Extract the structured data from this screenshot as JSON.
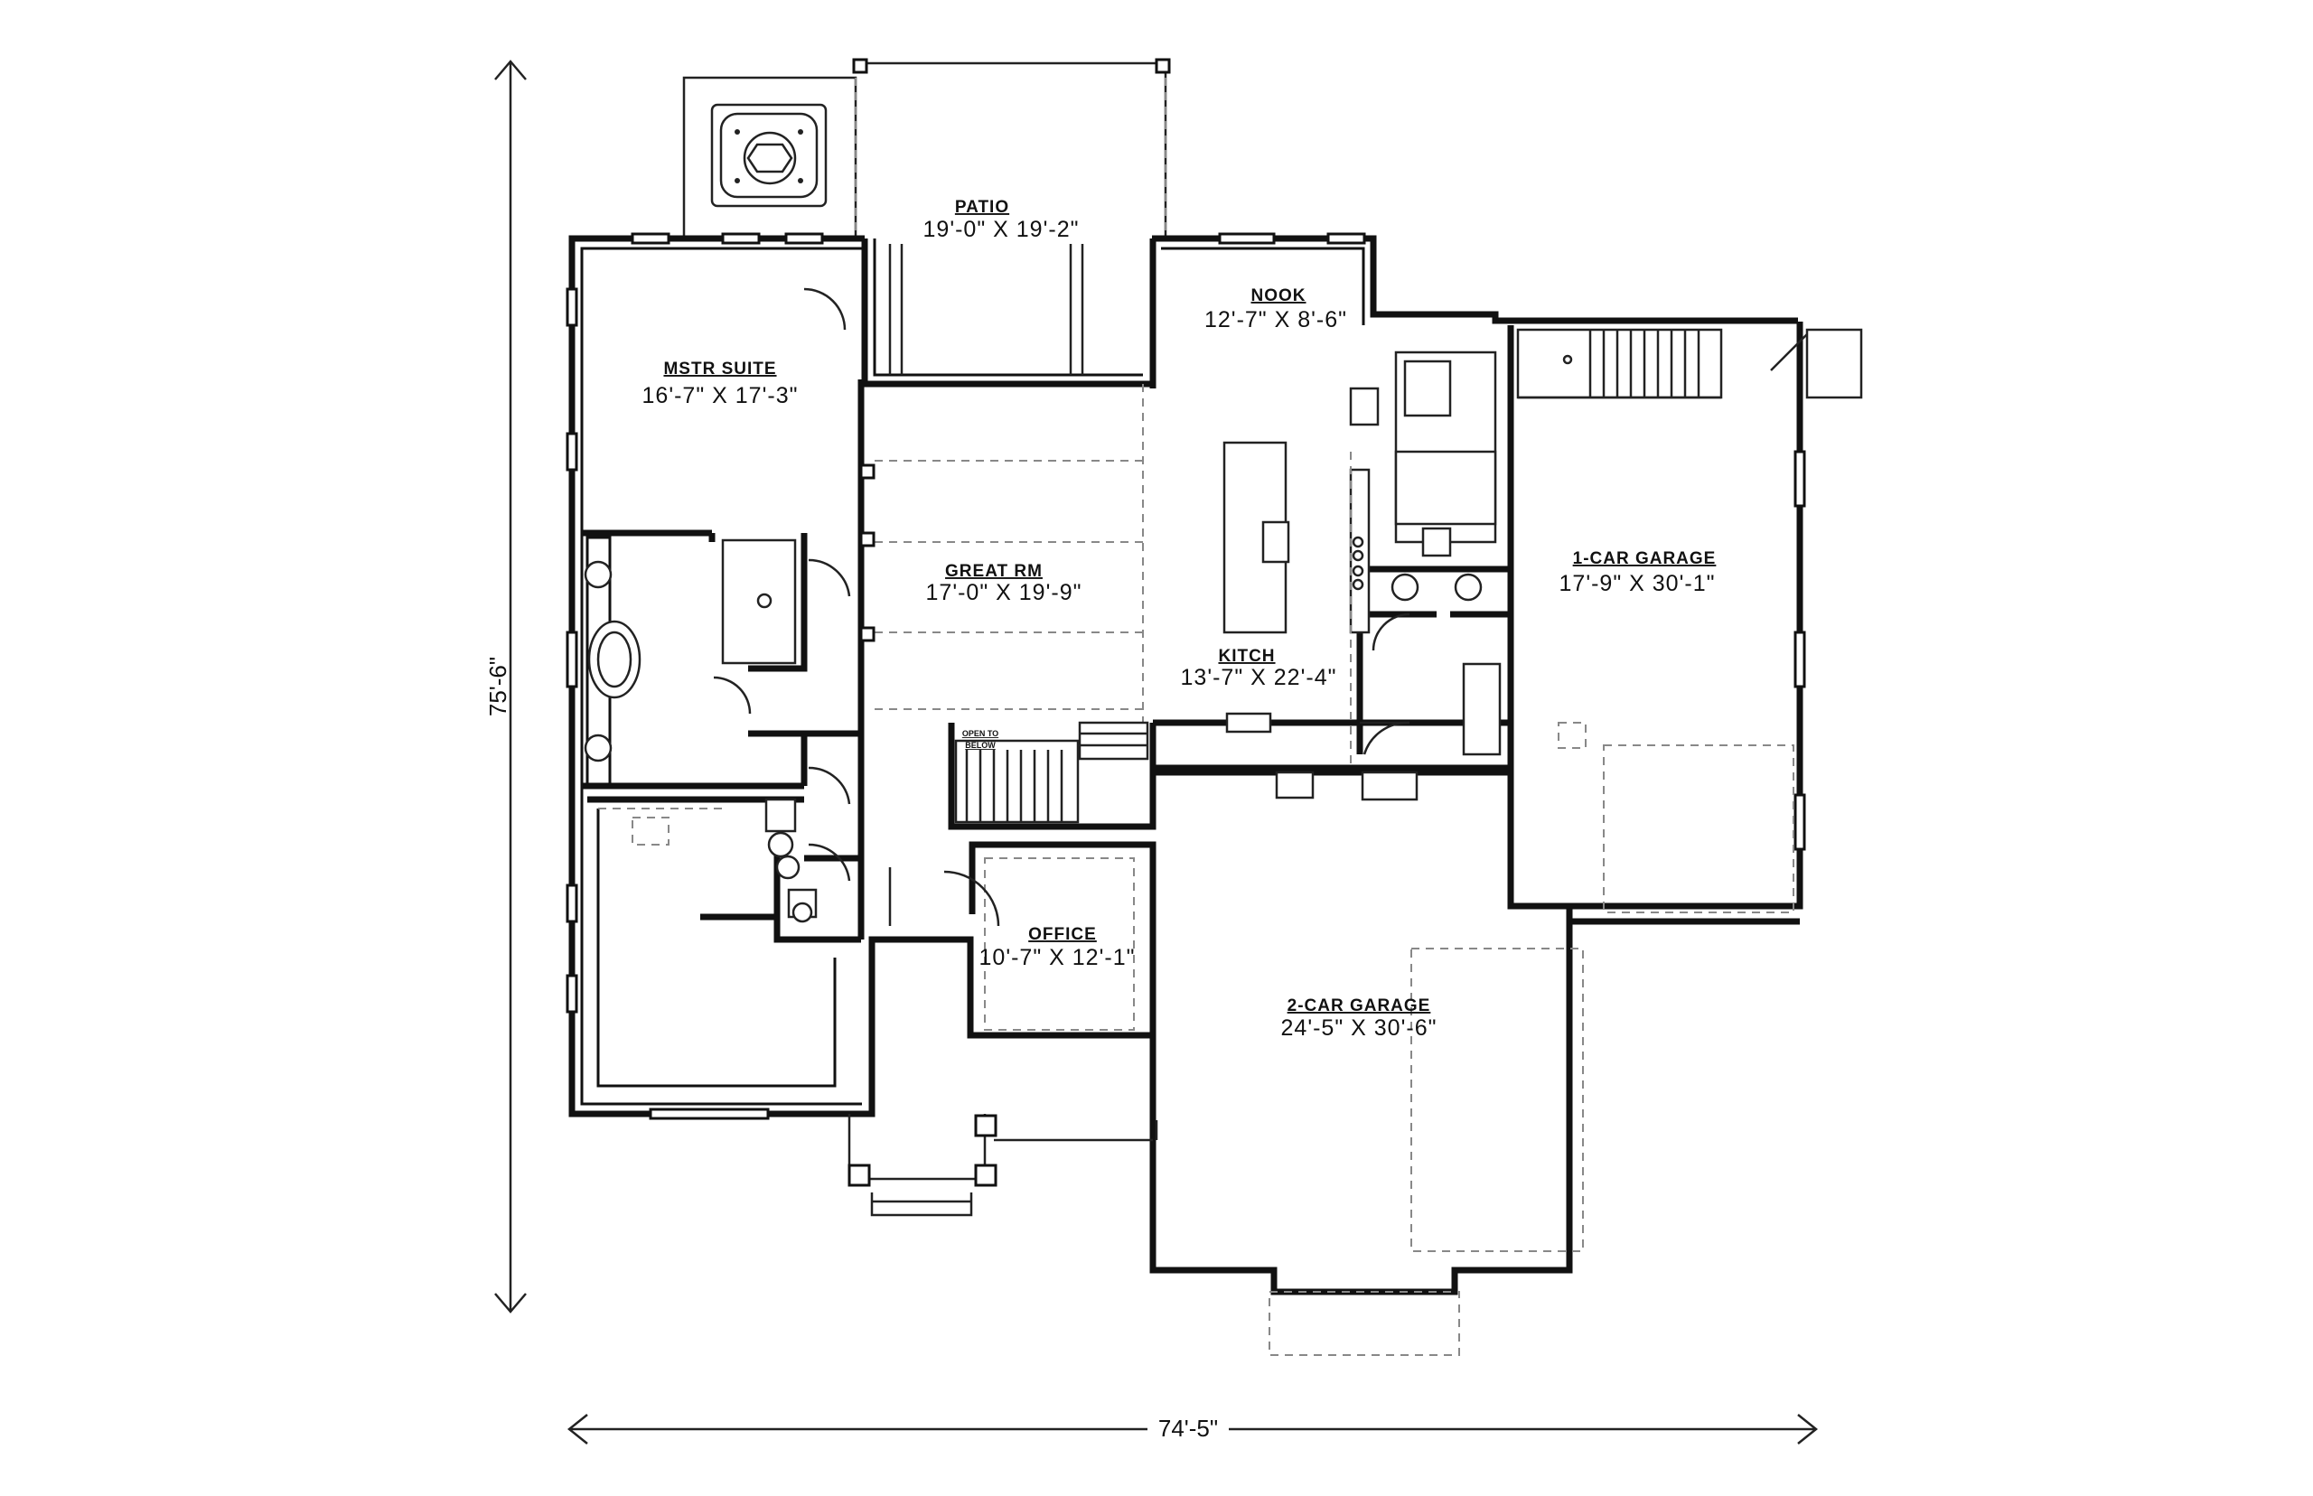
{
  "dimensions": {
    "overall_depth": "75'-6\"",
    "overall_width": "74'-5\""
  },
  "rooms": {
    "patio": {
      "name": "PATIO",
      "size": "19'-0\" X 19'-2\""
    },
    "nook": {
      "name": "NOOK",
      "size": "12'-7\" X 8'-6\""
    },
    "mstr_suite": {
      "name": "MSTR SUITE",
      "size": "16'-7\" X 17'-3\""
    },
    "great_rm": {
      "name": "GREAT RM",
      "size": "17'-0\" X 19'-9\""
    },
    "kitch": {
      "name": "KITCH",
      "size": "13'-7\" X 22'-4\""
    },
    "garage_1": {
      "name": "1-CAR GARAGE",
      "size": "17'-9\" X 30'-1\""
    },
    "office": {
      "name": "OFFICE",
      "size": "10'-7\" X 12'-1\""
    },
    "garage_2": {
      "name": "2-CAR GARAGE",
      "size": "24'-5\" X 30'-6\""
    }
  },
  "notes": {
    "stair_open_line1": "OPEN TO",
    "stair_open_line2": "BELOW"
  }
}
